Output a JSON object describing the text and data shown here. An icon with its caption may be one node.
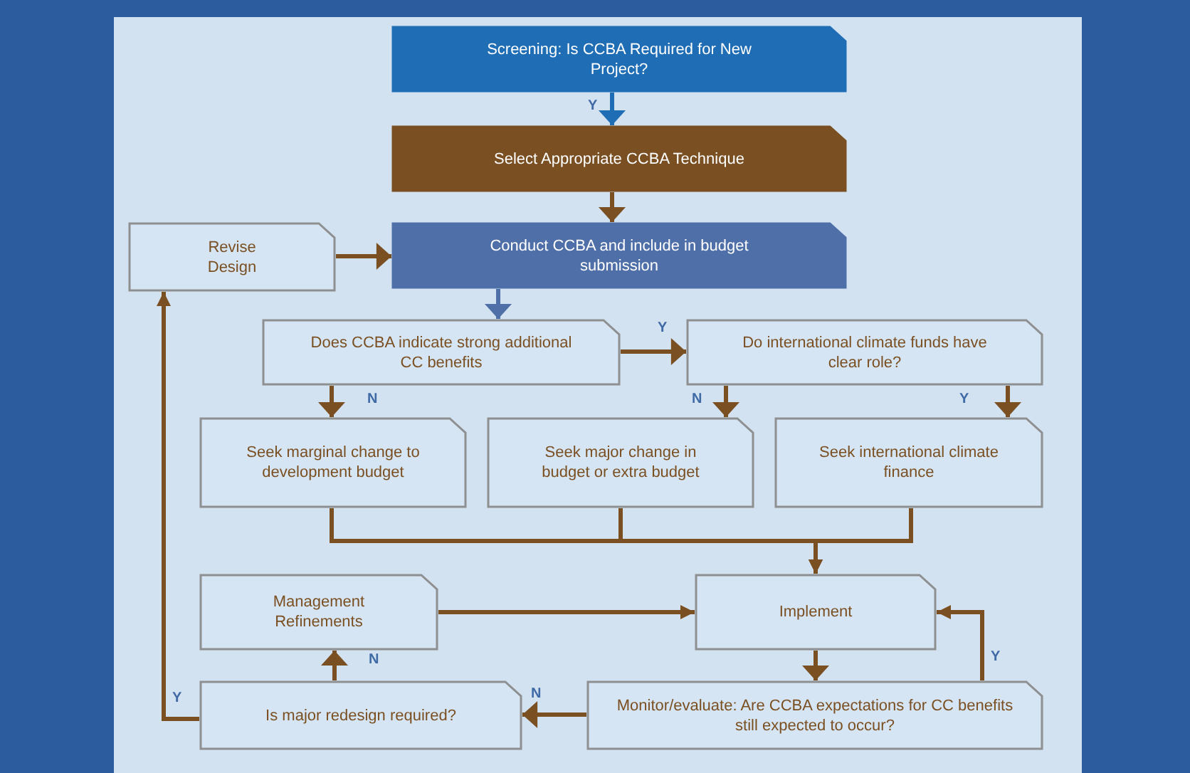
{
  "diagram": {
    "nodes": [
      {
        "text": [
          "Screening: Is CCBA Required for New Project?"
        ]
      },
      {
        "text": [
          "Select Appropriate CCBA Technique"
        ]
      },
      {
        "text": [
          "Revise Design"
        ]
      },
      {
        "text": [
          "Conduct CCBA and include in budget submission"
        ]
      },
      {
        "text": [
          "Does CCBA indicate strong additional CC benefits"
        ]
      },
      {
        "text": [
          "Do international climate funds have clear role?"
        ]
      },
      {
        "text": [
          "Seek marginal change to development budget"
        ]
      },
      {
        "text": [
          "Seek major change in budget or extra budget"
        ]
      },
      {
        "text": [
          "Seek international climate finance"
        ]
      },
      {
        "text": [
          "Management Refinements"
        ]
      },
      {
        "text": [
          "Implement"
        ]
      },
      {
        "text": [
          "Is major redesign required?"
        ]
      },
      {
        "text": [
          "Monitor/evaluate: Are CCBA expectations for CC benefits still expected to occur?"
        ]
      }
    ],
    "edges": [
      {
        "from": 0,
        "to": 1,
        "arrow": "to",
        "label": "Y",
        "color": "#1f6db5"
      },
      {
        "from": 1,
        "to": 3,
        "arrow": "to"
      },
      {
        "from": 2,
        "to": 3,
        "arrow": "to"
      },
      {
        "from": 3,
        "to": 4,
        "arrow": "to",
        "color": "#4f6fa8"
      },
      {
        "from": 4,
        "to": 5,
        "arrow": "to",
        "label": "Y"
      },
      {
        "from": 4,
        "to": 6,
        "arrow": "to",
        "label": "N"
      },
      {
        "from": 5,
        "to": 7,
        "arrow": "to",
        "label": "N"
      },
      {
        "from": 5,
        "to": 8,
        "arrow": "to",
        "label": "Y"
      },
      {
        "from": 6,
        "to": 10,
        "arrow": "to"
      },
      {
        "from": 7,
        "to": 10,
        "arrow": "to"
      },
      {
        "from": 8,
        "to": 10,
        "arrow": "to"
      },
      {
        "from": 9,
        "to": 10,
        "arrow": "to"
      },
      {
        "from": 10,
        "to": 12,
        "arrow": "to"
      },
      {
        "from": 12,
        "to": 10,
        "arrow": "to",
        "label": "Y"
      },
      {
        "from": 12,
        "to": 11,
        "arrow": "to",
        "label": "N"
      },
      {
        "from": 11,
        "to": 9,
        "arrow": "to",
        "label": "N"
      },
      {
        "from": 11,
        "to": 2,
        "arrow": "to",
        "label": "Y"
      }
    ]
  }
}
